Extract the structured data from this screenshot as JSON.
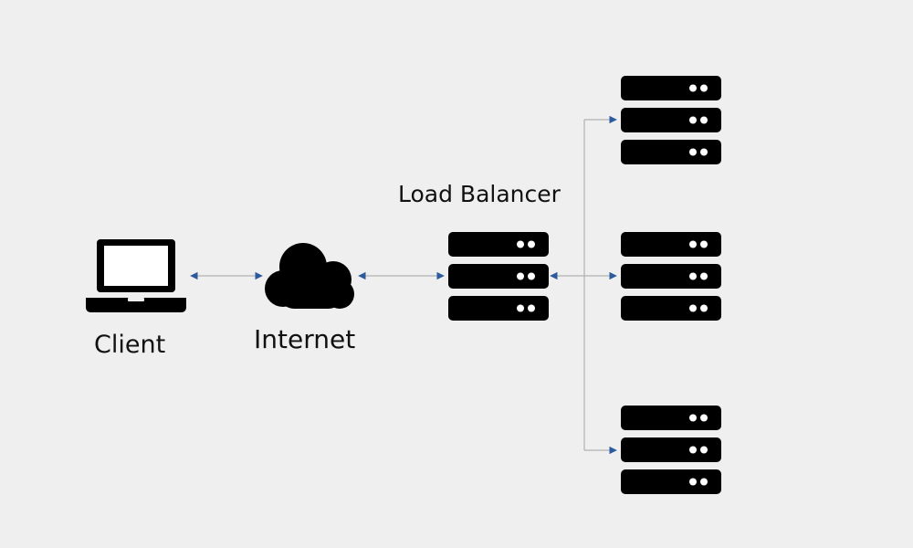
{
  "labels": {
    "client": "Client",
    "internet": "Internet",
    "load_balancer": "Load Balancer"
  },
  "nodes": [
    {
      "id": "client",
      "type": "laptop-icon"
    },
    {
      "id": "internet",
      "type": "cloud-icon"
    },
    {
      "id": "load-balancer",
      "type": "server-stack-icon"
    },
    {
      "id": "server-1",
      "type": "server-stack-icon"
    },
    {
      "id": "server-2",
      "type": "server-stack-icon"
    },
    {
      "id": "server-3",
      "type": "server-stack-icon"
    }
  ],
  "edges": [
    {
      "from": "client",
      "to": "internet",
      "direction": "bidirectional"
    },
    {
      "from": "internet",
      "to": "load-balancer",
      "direction": "bidirectional"
    },
    {
      "from": "load-balancer",
      "to": "server-1",
      "direction": "forward"
    },
    {
      "from": "load-balancer",
      "to": "server-2",
      "direction": "bidirectional"
    },
    {
      "from": "load-balancer",
      "to": "server-3",
      "direction": "forward"
    }
  ],
  "colors": {
    "background": "#efefef",
    "icon": "#000000",
    "screen": "#ffffff",
    "led": "#ffffff",
    "connector": "#b0b0b0",
    "arrow": "#2c5a9e"
  }
}
